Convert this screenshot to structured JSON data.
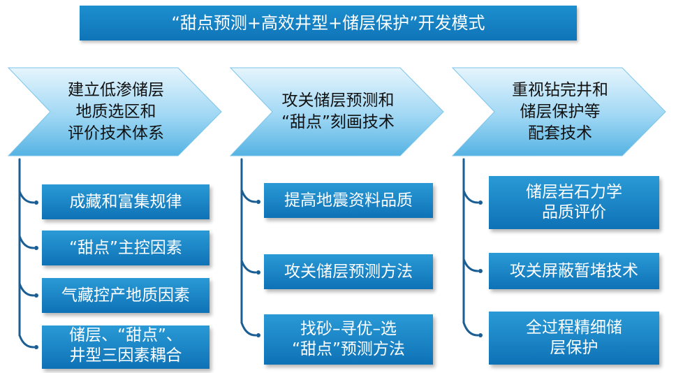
{
  "title": "“甜点预测+高效井型+储层保护”开发模式",
  "colors": {
    "box_blue_top": "#2a9ad6",
    "box_blue_bottom": "#0e72b6",
    "chevron_light": "#e6f5fd",
    "chevron_mid": "#8fd0f2",
    "chevron_dark": "#55b3e3",
    "connector": "#1b5e93"
  },
  "columns": [
    {
      "header": "建立低渗储层\n地质选区和\n评价技术体系",
      "items": [
        "成藏和富集规律",
        "“甜点”主控因素",
        "气藏控产地质因素",
        "储层、“甜点”、\n井型三因素耦合"
      ]
    },
    {
      "header": "攻关储层预测和\n“甜点”刻画技术",
      "items": [
        "提高地震资料品质",
        "攻关储层预测方法",
        "找砂–寻优–选\n“甜点”预测方法"
      ]
    },
    {
      "header": "重视钻完井和\n储层保护等\n配套技术",
      "items": [
        "储层岩石力学\n品质评价",
        "攻关屏蔽暂堵技术",
        "全过程精细储\n层保护"
      ]
    }
  ]
}
